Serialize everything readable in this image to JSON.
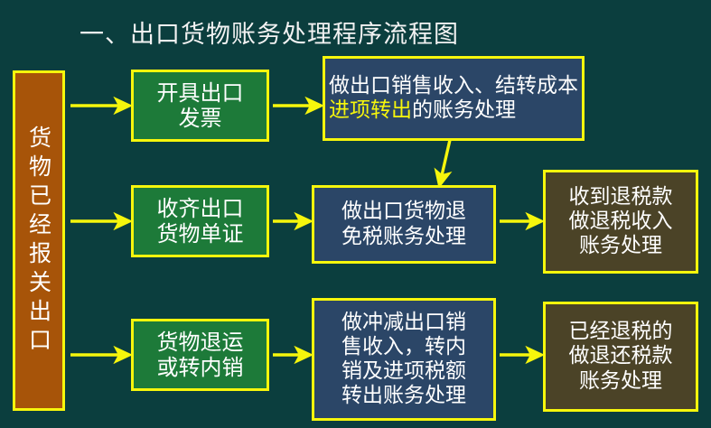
{
  "page": {
    "title": "一、出口货物账务处理程序流程图",
    "background_color": "#0b3e3e",
    "accent_color": "#f6f60c"
  },
  "colors": {
    "start_box": "#a75409",
    "green_box": "#1d7a39",
    "blue_box": "#2b4667",
    "olive_box": "#4b4327",
    "border": "#f6f60c",
    "text": "#ffffff",
    "highlight_text": "#f6f60c",
    "arrow": "#f6f60c"
  },
  "nodes": {
    "start": {
      "id": "start",
      "label": "货物已经报关出口",
      "orientation": "vertical",
      "fill": "#a75409"
    },
    "green": [
      {
        "id": "issue-invoice",
        "label": "开具出口\n发票",
        "fill": "#1d7a39"
      },
      {
        "id": "collect-docs",
        "label": "收齐出口\n货物单证",
        "fill": "#1d7a39"
      },
      {
        "id": "return-goods",
        "label": "货物退运\n或转内销",
        "fill": "#1d7a39"
      }
    ],
    "blue": [
      {
        "id": "sales-revenue-accounting",
        "segments": [
          {
            "text": "做出口销售收入、结",
            "highlight": false
          },
          {
            "text": "转成本",
            "highlight": false
          },
          {
            "text": "进项转出",
            "highlight": true
          },
          {
            "text": "的账",
            "highlight": false
          },
          {
            "text": "务处理",
            "highlight": false
          }
        ],
        "plain": "做出口销售收入、结转成本进项转出的账务处理",
        "fill": "#2b4667"
      },
      {
        "id": "refund-exemption-accounting",
        "plain": "做出口货物退\n免税账务处理",
        "fill": "#2b4667"
      },
      {
        "id": "offset-sales-accounting",
        "plain": "做冲减出口销\n售收入，转内\n销及进项税额\n转出账务处理",
        "fill": "#2b4667"
      }
    ],
    "olive": [
      {
        "id": "received-refund-accounting",
        "plain": "收到退税款\n做退税收入\n账务处理",
        "fill": "#4b4327"
      },
      {
        "id": "repay-refunded-tax-accounting",
        "plain": "已经退税的\n做退还税款\n账务处理",
        "fill": "#4b4327"
      }
    ]
  },
  "arrows": [
    {
      "id": "start-to-issue-invoice",
      "from": "start",
      "to": "issue-invoice",
      "kind": "horizontal"
    },
    {
      "id": "start-to-collect-docs",
      "from": "start",
      "to": "collect-docs",
      "kind": "horizontal"
    },
    {
      "id": "start-to-return-goods",
      "from": "start",
      "to": "return-goods",
      "kind": "horizontal"
    },
    {
      "id": "issue-invoice-to-sales-revenue",
      "from": "issue-invoice",
      "to": "sales-revenue-accounting",
      "kind": "horizontal"
    },
    {
      "id": "collect-docs-to-refund-exemption",
      "from": "collect-docs",
      "to": "refund-exemption-accounting",
      "kind": "horizontal"
    },
    {
      "id": "return-goods-to-offset-sales",
      "from": "return-goods",
      "to": "offset-sales-accounting",
      "kind": "horizontal"
    },
    {
      "id": "sales-revenue-to-refund-exemption",
      "from": "sales-revenue-accounting",
      "to": "refund-exemption-accounting",
      "kind": "diagonal"
    },
    {
      "id": "refund-exemption-to-received-refund",
      "from": "refund-exemption-accounting",
      "to": "received-refund-accounting",
      "kind": "horizontal"
    },
    {
      "id": "offset-sales-to-repay-refunded",
      "from": "offset-sales-accounting",
      "to": "repay-refunded-tax-accounting",
      "kind": "horizontal"
    }
  ]
}
